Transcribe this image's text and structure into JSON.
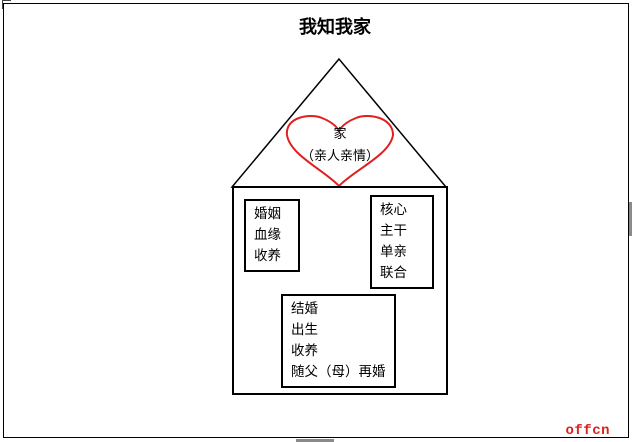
{
  "title": "我知我家",
  "heart": {
    "line1": "家",
    "line2": "（亲人亲情）",
    "color": "#e02020"
  },
  "boxes": {
    "marriage": [
      "婚姻",
      "血缘",
      "收养"
    ],
    "core": [
      "核心",
      "主干",
      "单亲",
      "联合"
    ],
    "formation": [
      "结婚",
      "出生",
      "收养",
      "随父（母）再婚"
    ]
  },
  "brand": "offcn",
  "brand_color": "#d9221c"
}
